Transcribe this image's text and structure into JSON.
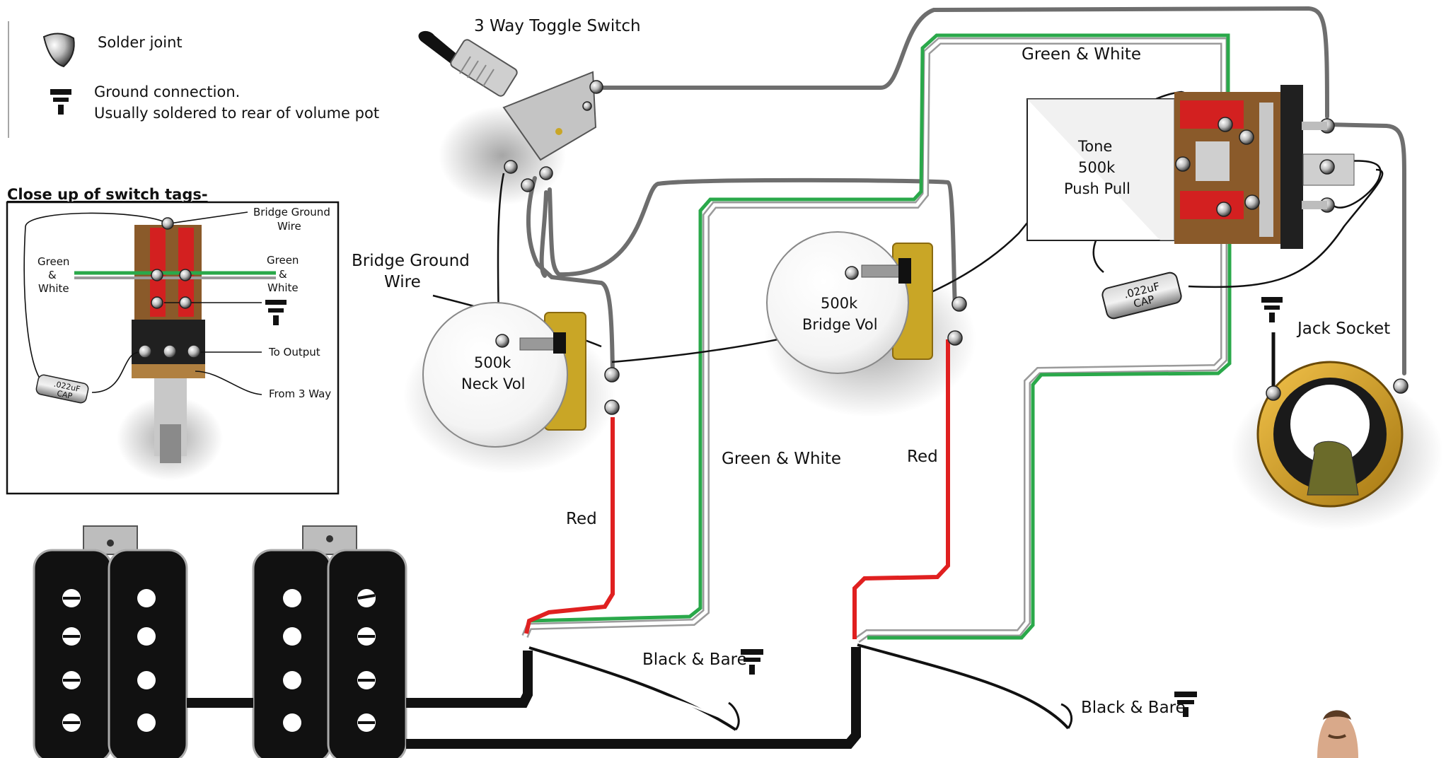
{
  "legend": {
    "solder_label": "Solder joint",
    "ground_line1": "Ground connection.",
    "ground_line2": "Usually soldered to rear of volume pot"
  },
  "inset": {
    "title": "Close up of switch tags-",
    "bridge_ground_l1": "Bridge Ground",
    "bridge_ground_l2": "Wire",
    "left_green_l1": "Green",
    "left_green_l2": "&",
    "left_green_l3": "White",
    "right_green_l1": "Green",
    "right_green_l2": "&",
    "right_green_l3": "White",
    "to_output": "To Output",
    "from_3way": "From 3 Way",
    "cap_l1": ".022uF",
    "cap_l2": "CAP"
  },
  "labels": {
    "toggle": "3 Way Toggle Switch",
    "bridge_ground_l1": "Bridge Ground",
    "bridge_ground_l2": "Wire",
    "neck_vol_l1": "500k",
    "neck_vol_l2": "Neck Vol",
    "bridge_vol_l1": "500k",
    "bridge_vol_l2": "Bridge Vol",
    "tone_l1": "Tone",
    "tone_l2": "500k",
    "tone_l3": "Push Pull",
    "green_white_top": "Green & White",
    "green_white_mid": "Green & White",
    "red_left": "Red",
    "red_right": "Red",
    "jack": "Jack Socket",
    "black_bare_1": "Black & Bare",
    "black_bare_2": "Black & Bare",
    "cap_l1": ".022uF",
    "cap_l2": "CAP"
  },
  "colors": {
    "wire_gray": "#6e6e6e",
    "wire_green": "#2aa84a",
    "wire_red": "#e02020",
    "wire_black": "#111111",
    "pot_lug": "#c9a626",
    "switch_red": "#d32020",
    "switch_wood": "#8a5a2a"
  }
}
